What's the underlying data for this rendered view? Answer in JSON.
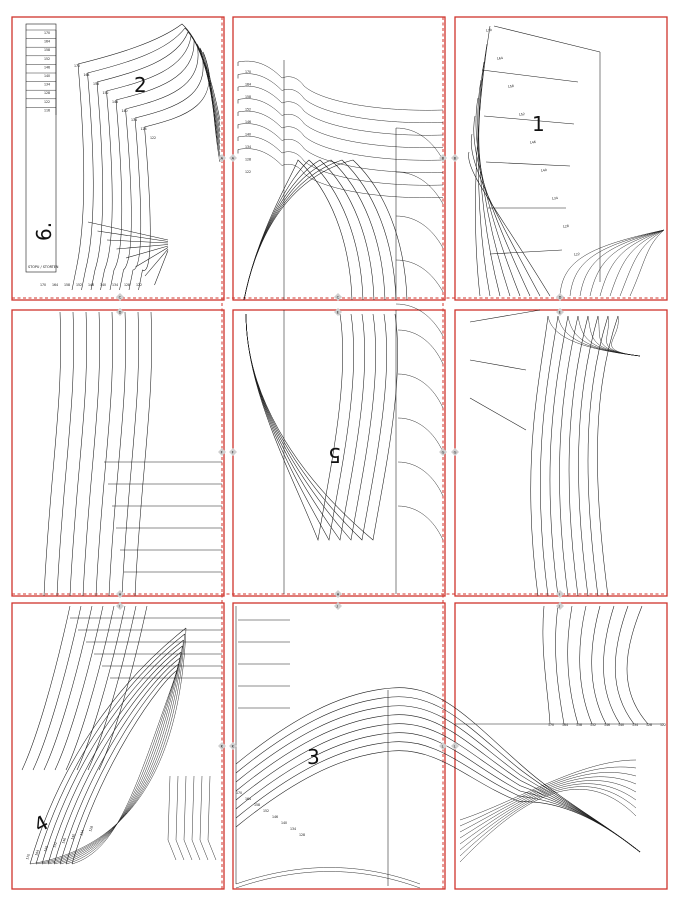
{
  "piece_numbers": [
    "1",
    "2",
    "3",
    "4",
    "5",
    "6."
  ],
  "size_chart_caption": "STOPU / STORTEN",
  "size_labels": [
    "170",
    "164",
    "158",
    "152",
    "146",
    "140",
    "134",
    "128",
    "122",
    "116",
    "110",
    "104",
    "98"
  ],
  "tile_markers": [
    "A",
    "B",
    "C",
    "D",
    "E",
    "F",
    "G",
    "H",
    "I",
    "J",
    "K",
    "L"
  ],
  "colors": {
    "tile_border": "#d0342c",
    "pattern_line": "#1a1a1a",
    "marker": "#cfcfcf"
  }
}
